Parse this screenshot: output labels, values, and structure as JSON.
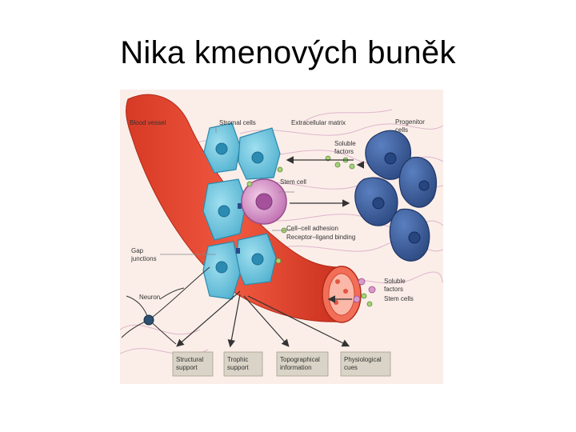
{
  "slide": {
    "title": "Nika kmenových buněk"
  },
  "figure": {
    "labels": {
      "blood_vessel": "Blood vessel",
      "stromal_cells": "Stromal cells",
      "extracellular_matrix": "Extracellular matrix",
      "progenitor_1": "Progenitor",
      "progenitor_2": "cells",
      "soluble_factors_1": "Soluble",
      "soluble_factors_2": "factors",
      "stem_cell": "Stem cell",
      "cell_cell_adhesion": "Cell–cell adhesion",
      "receptor_ligand": "Receptor–ligand binding",
      "gap_1": "Gap",
      "gap_2": "junctions",
      "neuron": "Neuron",
      "soluble_b_1": "Soluble",
      "soluble_b_2": "factors",
      "stem_cells_b": "Stem cells"
    },
    "boxes": [
      {
        "line1": "Structural",
        "line2": "support"
      },
      {
        "line1": "Trophic",
        "line2": "support"
      },
      {
        "line1": "Topographical",
        "line2": "information"
      },
      {
        "line1": "Physiological",
        "line2": "cues"
      }
    ]
  },
  "colors": {
    "vessel": "#e8452f",
    "vessel_dark": "#c2321f",
    "stromal": "#5bbad6",
    "stem": "#c97ab8",
    "progenitor": "#3a5c9a",
    "box_bg": "#d9d4c7",
    "background": "#fbeee9"
  }
}
